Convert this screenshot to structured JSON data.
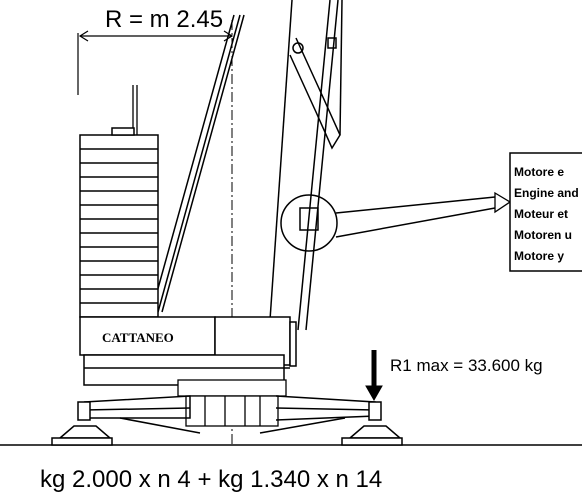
{
  "radius_label": "R = m 2.45",
  "brand": "CATTANEO",
  "reaction_label": "R1 max = 33.600 kg",
  "ballast_formula": "kg 2.000 x n 4 + kg 1.340 x n 14",
  "callout_lines": [
    "Motore e",
    "Engine and",
    "Moteur et",
    "Motoren u",
    "Motore y"
  ]
}
